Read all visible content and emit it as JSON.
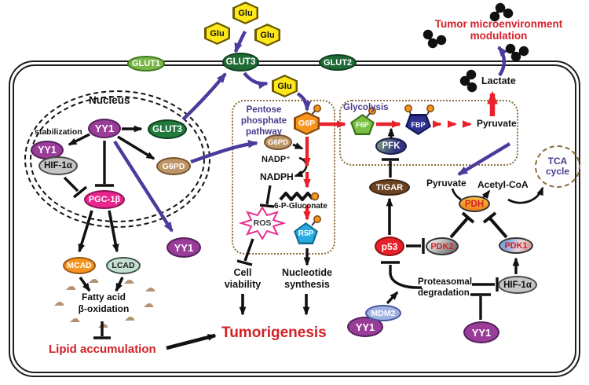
{
  "figure_title": "YY1 regulation of cancer cell metabolism pathway",
  "colors": {
    "purple_arrow": "#4a3b9c",
    "red_arrow": "#e8212a",
    "red_text": "#d42027",
    "yy1": "#993d99",
    "glut_dark": "#1f6b37",
    "glut_light": "#7ab648",
    "g6pd": "#bd9668",
    "pgc1b": "#e8268e",
    "hif1a": "#c6c6c6",
    "mcad": "#f7941d",
    "lcad": "#c2e0d2",
    "glu": "#ffe81a",
    "g6p": "#f7941d",
    "f6p": "#7ac143",
    "fbp": "#2e3192",
    "r5p": "#29abe2",
    "tigar": "#6b4423",
    "p53": "#e8212a",
    "mdm2": "#9fb2e0",
    "box_border": "#8a6d3b",
    "ros_pink": "#e8318f"
  },
  "icons": {
    "puff": "☁"
  },
  "extracellular": {
    "glu1": "Glu",
    "glu2": "Glu",
    "glu3": "Glu",
    "modulation_line1": "Tumor microenvironment",
    "modulation_line2": "modulation"
  },
  "membrane": {
    "glut1": "GLUT1",
    "glut3": "GLUT3",
    "glut2": "GLUT2"
  },
  "nucleus": {
    "label": "Nucleus",
    "stabilization": "stabilization",
    "yy1": "YY1",
    "yy1_hif": "YY1",
    "hif1a": "HIF-1α",
    "glut3": "GLUT3",
    "g6pd": "G6PD",
    "pgc1b": "PGC-1β"
  },
  "cytoplasm": {
    "yy1": "YY1",
    "glu": "Glu"
  },
  "fatty": {
    "mcad": "MCAD",
    "lcad": "LCAD",
    "line1": "Fatty acid",
    "line2": "β-oxidation",
    "lipid": "Lipid accumulation"
  },
  "outcomes": {
    "tumorigenesis": "Tumorigenesis",
    "cell_viability_1": "Cell",
    "cell_viability_2": "viability",
    "nucleotide_1": "Nucleotide",
    "nucleotide_2": "synthesis"
  },
  "ppp": {
    "label_1": "Pentose",
    "label_2": "phosphate",
    "label_3": "pathway",
    "g6p": "G6P",
    "g6pd": "G6PD",
    "nadp": "NADP⁺",
    "nadph": "NADPH",
    "gluconate": "6-P-Gluconate",
    "ros": "ROS",
    "r5p": "R5P"
  },
  "glycolysis": {
    "label": "Glycolysis",
    "f6p": "F6P",
    "fbp": "FBP",
    "pfk": "PFK",
    "pyruvate": "Pyruvate"
  },
  "energy": {
    "lactate": "Lactate",
    "pyruvate": "Pyruvate",
    "acetyl_coa": "Acetyl-CoA",
    "pdh": "PDH",
    "tca_1": "TCA",
    "tca_2": "cycle"
  },
  "regulation": {
    "tigar": "TIGAR",
    "p53": "p53",
    "pdk2": "PDK2",
    "pdk1": "PDK1",
    "mdm2": "MDM2",
    "yy1_mdm2": "YY1",
    "yy1_hif": "YY1",
    "hif1a": "HIF-1α",
    "proteasomal_1": "Proteasomal",
    "proteasomal_2": "degradation"
  }
}
